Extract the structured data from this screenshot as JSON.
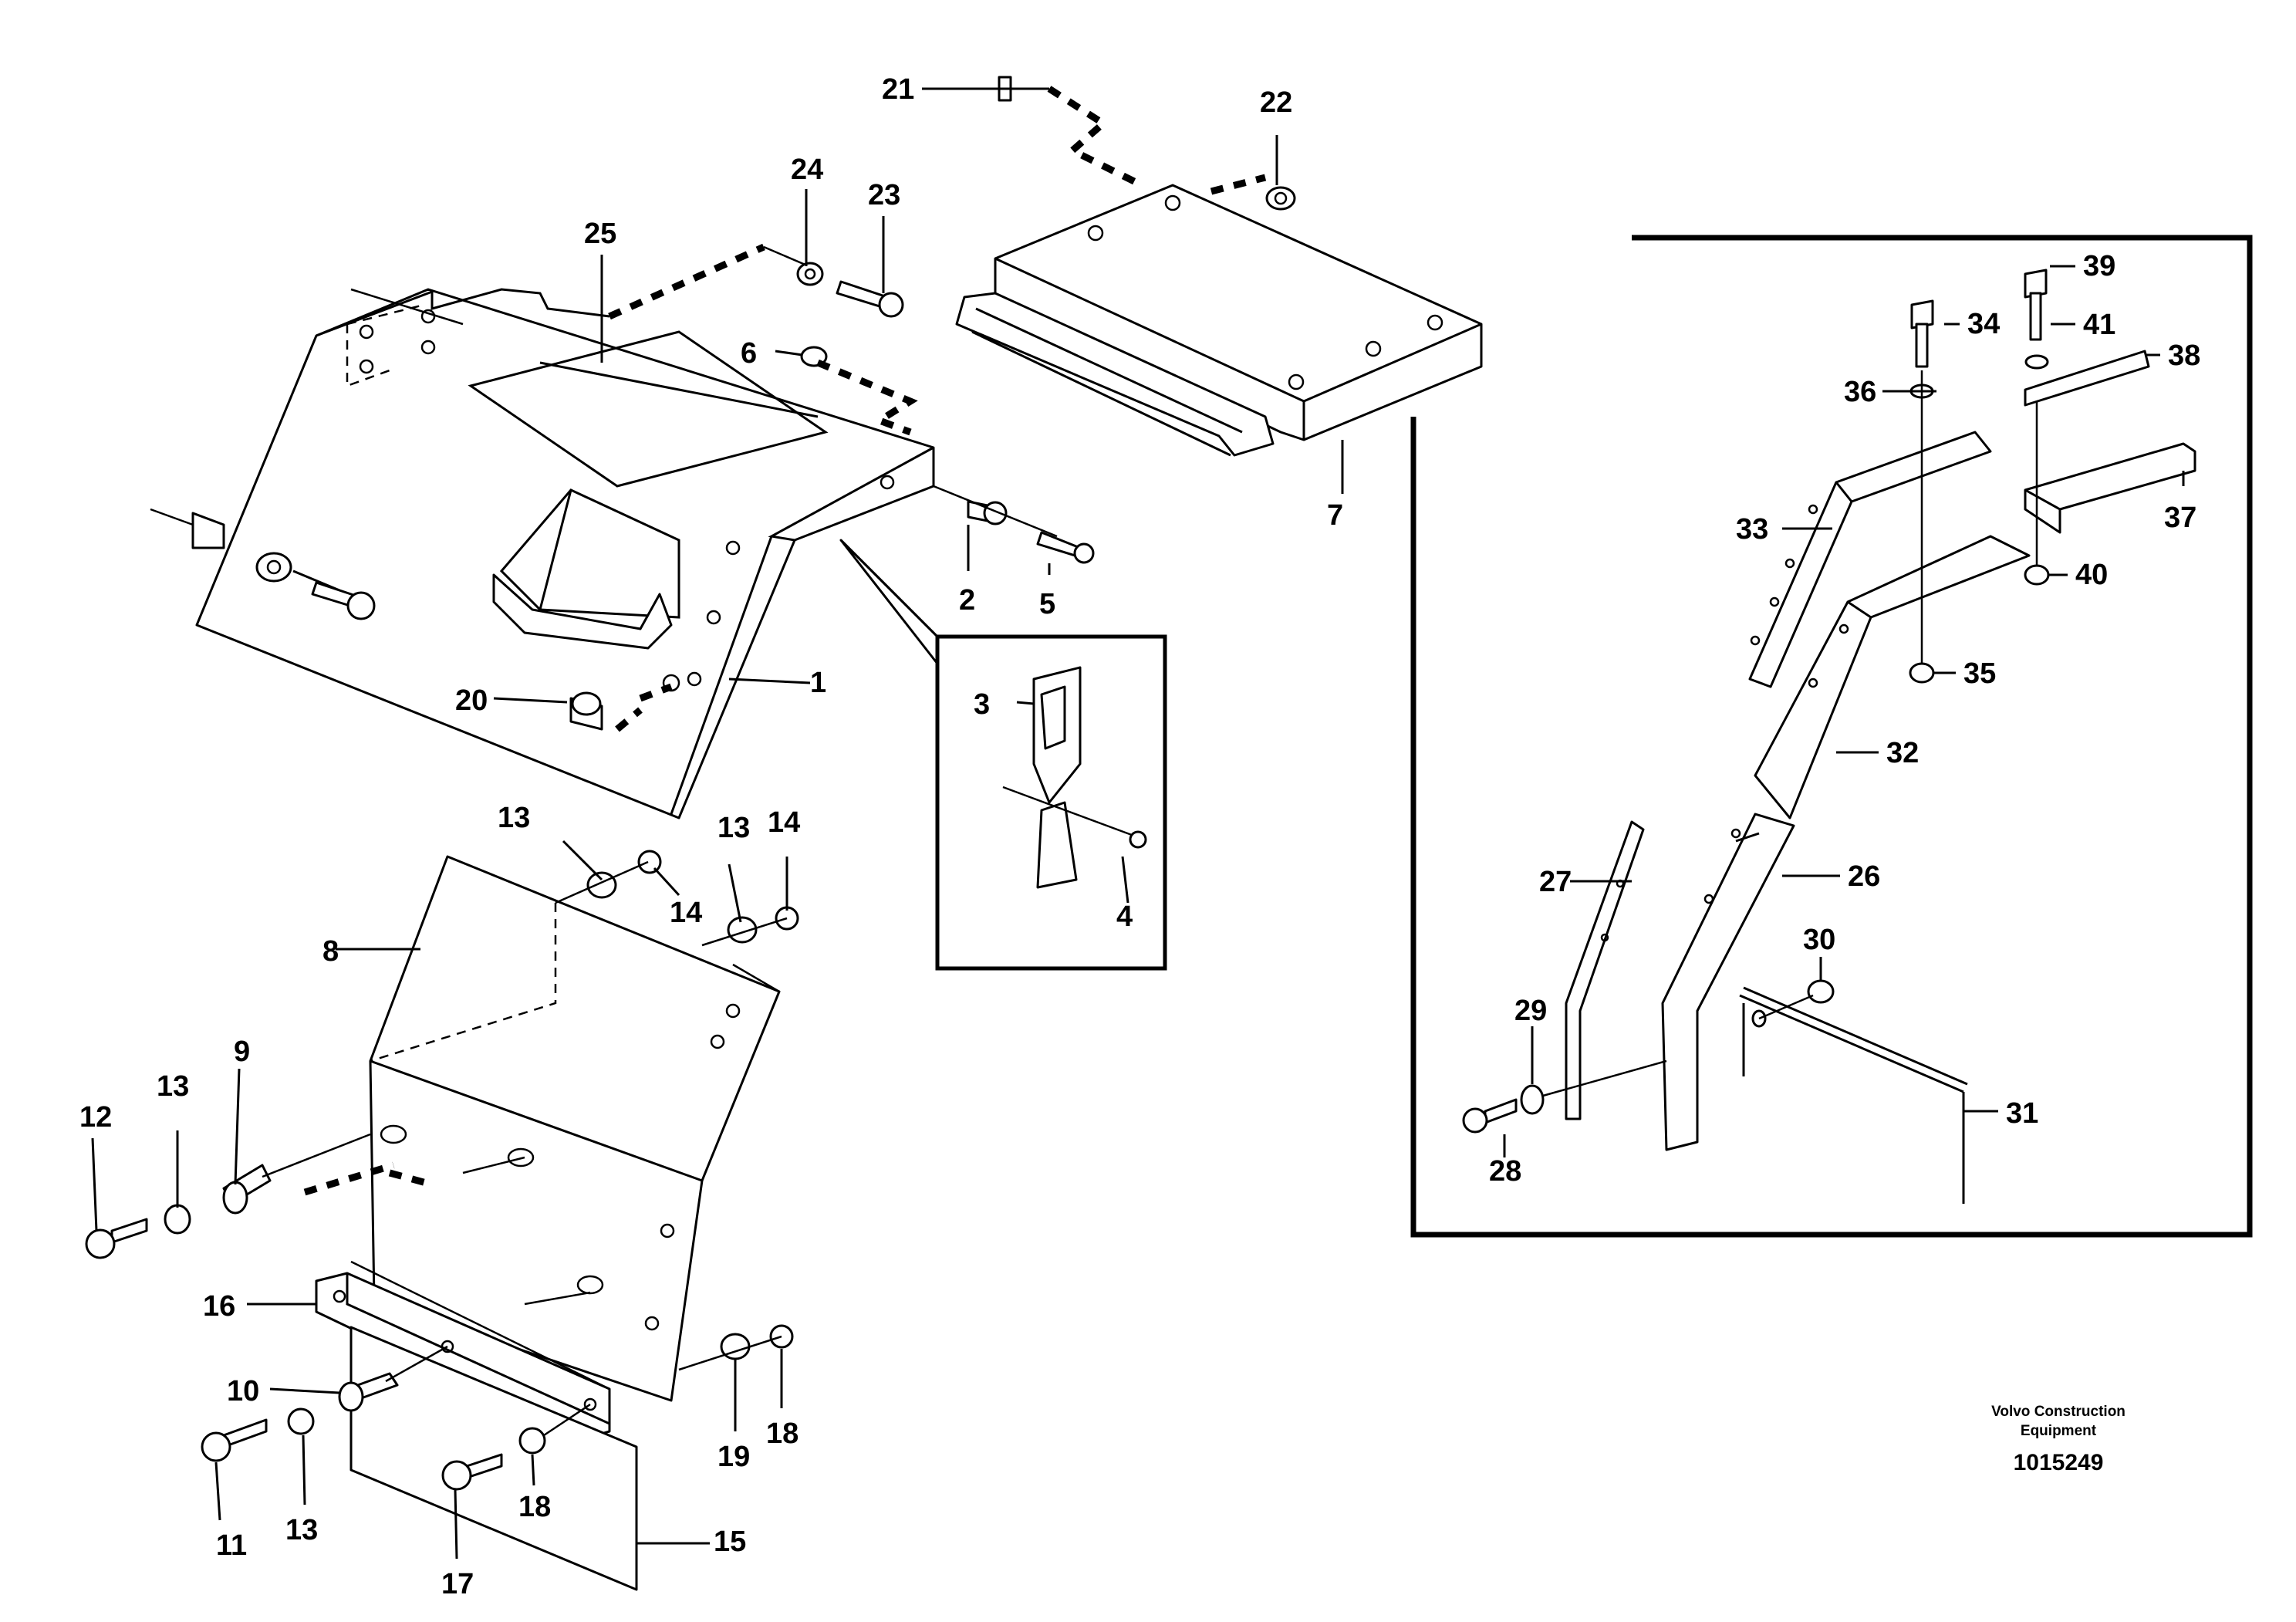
{
  "callouts": {
    "c1": "1",
    "c2": "2",
    "c3": "3",
    "c4": "4",
    "c5": "5",
    "c6": "6",
    "c7": "7",
    "c8": "8",
    "c9": "9",
    "c10": "10",
    "c11": "11",
    "c12": "12",
    "c13a": "13",
    "c13b": "13",
    "c13c": "13",
    "c13d": "13",
    "c14a": "14",
    "c14b": "14",
    "c15": "15",
    "c16": "16",
    "c17": "17",
    "c18a": "18",
    "c18b": "18",
    "c19": "19",
    "c20": "20",
    "c21": "21",
    "c22": "22",
    "c23": "23",
    "c24": "24",
    "c25": "25",
    "c26": "26",
    "c27": "27",
    "c28": "28",
    "c29": "29",
    "c30": "30",
    "c31": "31",
    "c32": "32",
    "c33": "33",
    "c34": "34",
    "c35": "35",
    "c36": "36",
    "c37": "37",
    "c38": "38",
    "c39": "39",
    "c40": "40",
    "c41": "41"
  },
  "footer": {
    "brand_line1": "Volvo Construction",
    "brand_line2": "Equipment",
    "doc_number": "1015249"
  }
}
